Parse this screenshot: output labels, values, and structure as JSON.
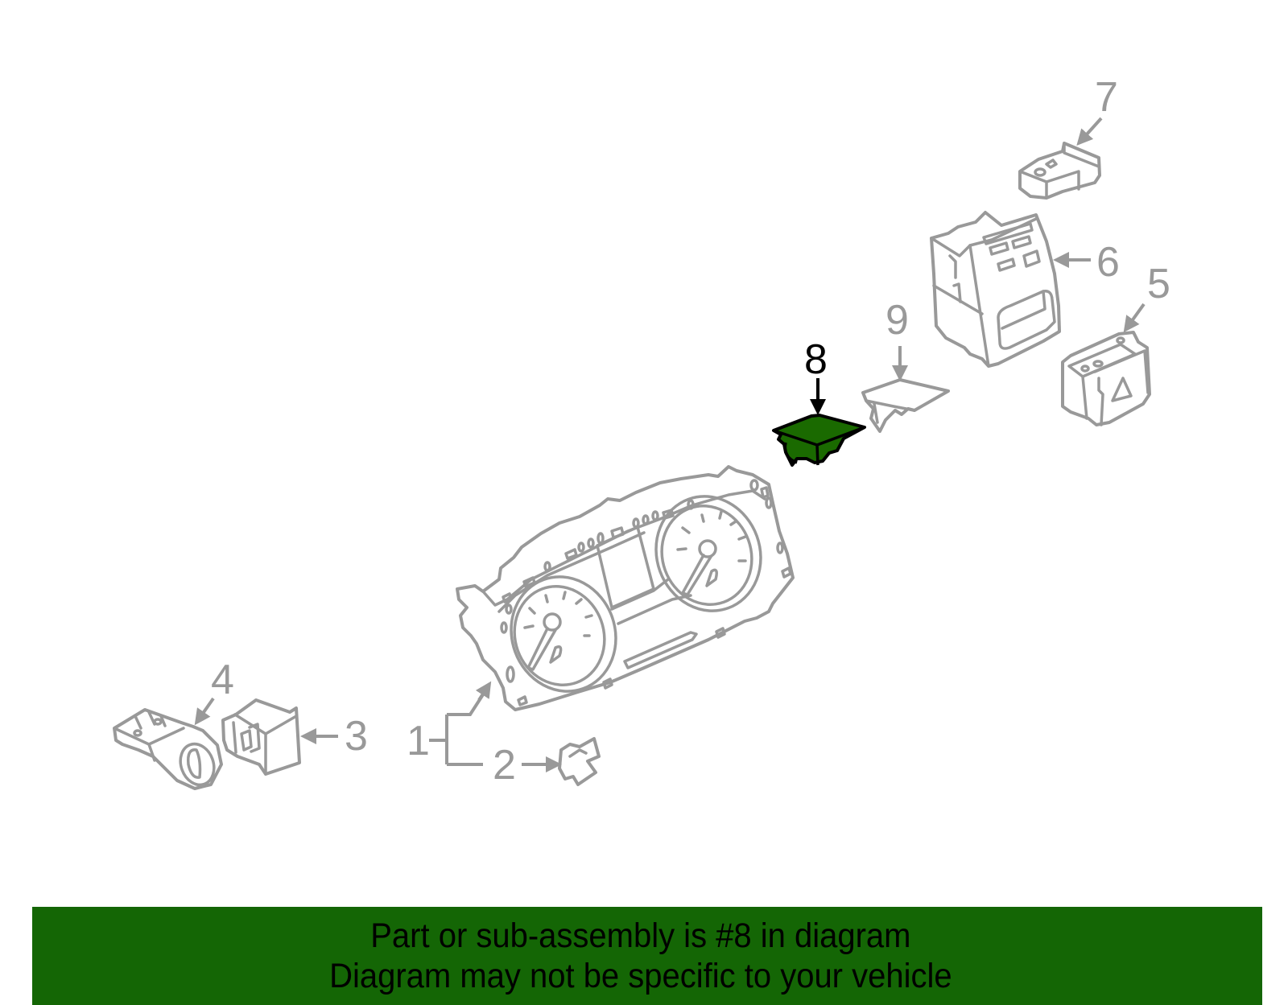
{
  "diagram": {
    "highlighted_part": "8",
    "highlight_color": "#1a6a00",
    "line_color": "#999999",
    "callouts": [
      {
        "id": "1",
        "label": "1",
        "description": "instrument cluster"
      },
      {
        "id": "2",
        "label": "2",
        "description": "clip"
      },
      {
        "id": "3",
        "label": "3",
        "description": "switch"
      },
      {
        "id": "4",
        "label": "4",
        "description": "headlamp switch"
      },
      {
        "id": "5",
        "label": "5",
        "description": "hazard switch"
      },
      {
        "id": "6",
        "label": "6",
        "description": "switch bezel"
      },
      {
        "id": "7",
        "label": "7",
        "description": "switch"
      },
      {
        "id": "8",
        "label": "8",
        "description": "highlighted part"
      },
      {
        "id": "9",
        "label": "9",
        "description": "bracket"
      }
    ]
  },
  "banner": {
    "background_color": "#146605",
    "line1": "Part or sub-assembly is #8 in diagram",
    "line2": "Diagram may not be specific to your vehicle"
  }
}
